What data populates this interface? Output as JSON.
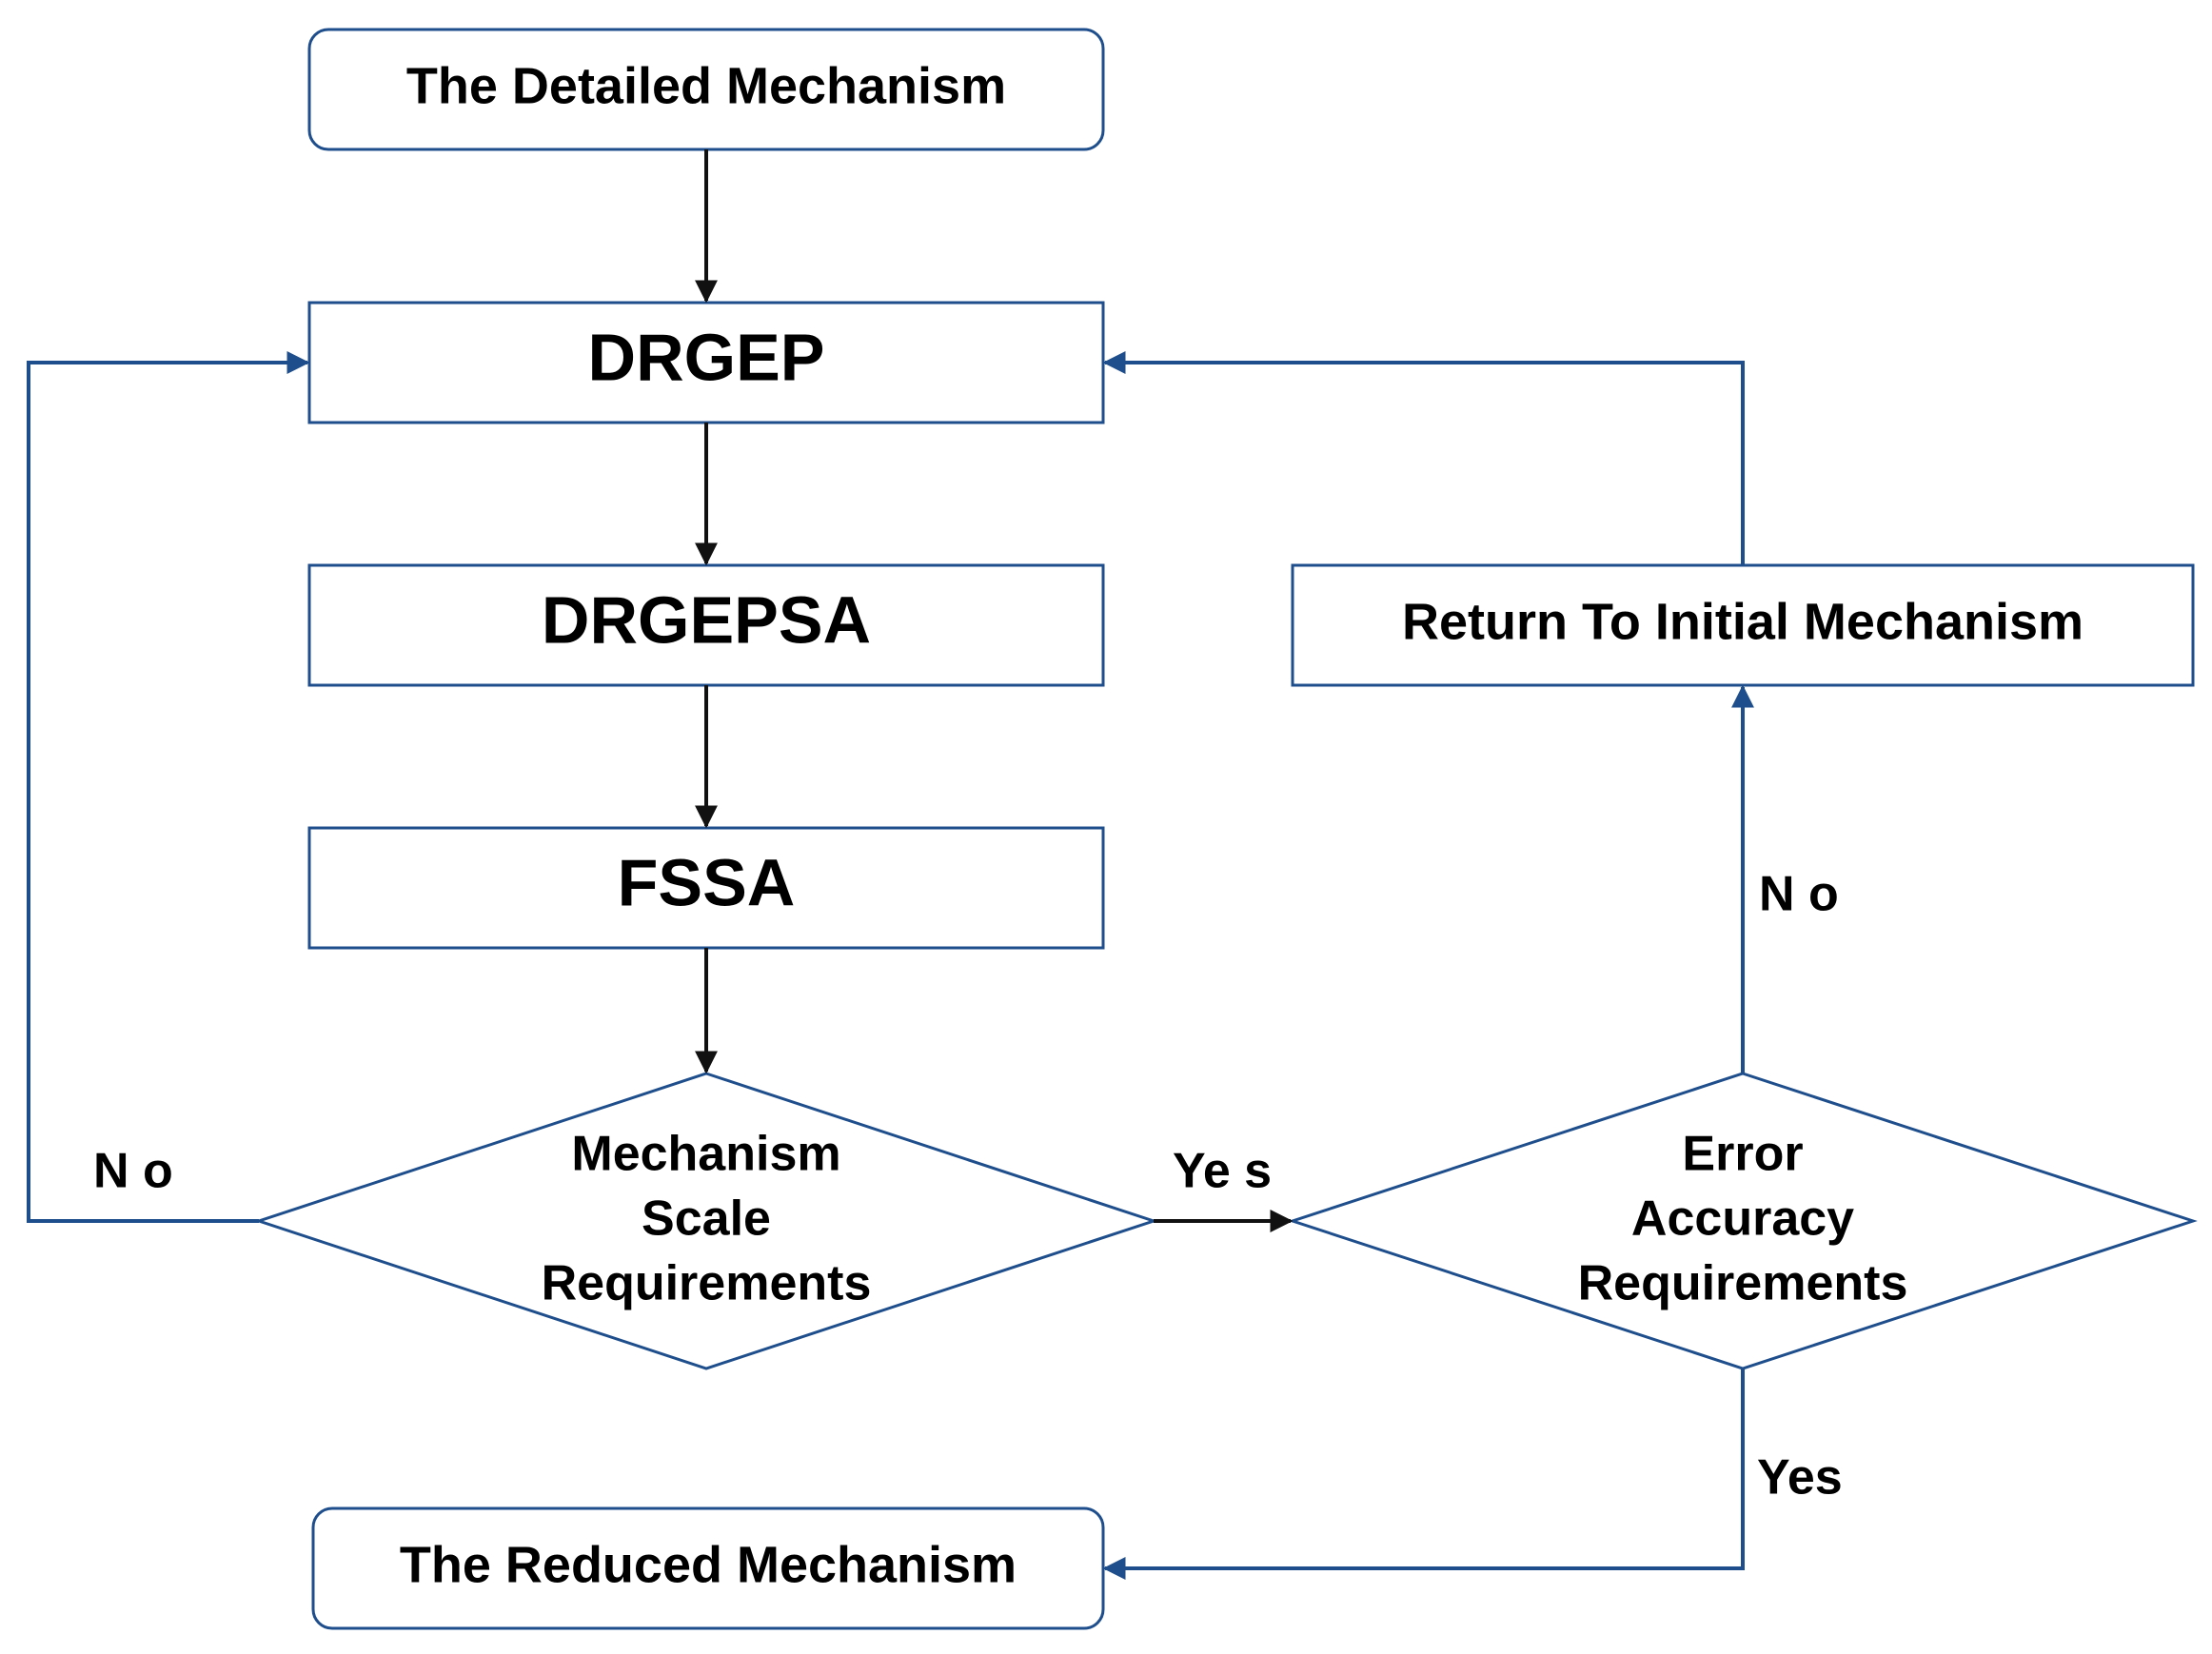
{
  "colors": {
    "box_stroke": "#1f4e8c",
    "line": "#1f4e8c",
    "arrow_dark": "#111111",
    "text": "#000000",
    "background": "#ffffff"
  },
  "nodes": {
    "detailed": "The Detailed Mechanism",
    "drgep": "DRGEP",
    "drgepsa": "DRGEPSA",
    "fssa": "FSSA",
    "scale": [
      "Mechanism",
      "Scale",
      "Requirements"
    ],
    "error": [
      "Error",
      "Accuracy",
      "Requirements"
    ],
    "return": "Return To Initial Mechanism",
    "reduced": "The Reduced Mechanism"
  },
  "edge_labels": {
    "scale_no": "N o",
    "scale_yes": "Ye s",
    "error_no": "N o",
    "error_yes": "Yes"
  }
}
